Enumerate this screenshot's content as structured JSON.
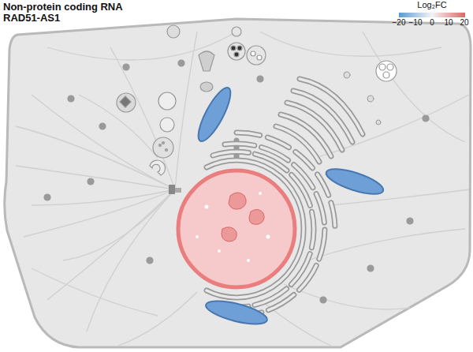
{
  "diagram": {
    "title": "Non-protein coding RNA",
    "labels": [
      "RAD51-AS1",
      "Log₂FC",
      "−20",
      "−10",
      "0",
      "10",
      "20"
    ]
  }
}
